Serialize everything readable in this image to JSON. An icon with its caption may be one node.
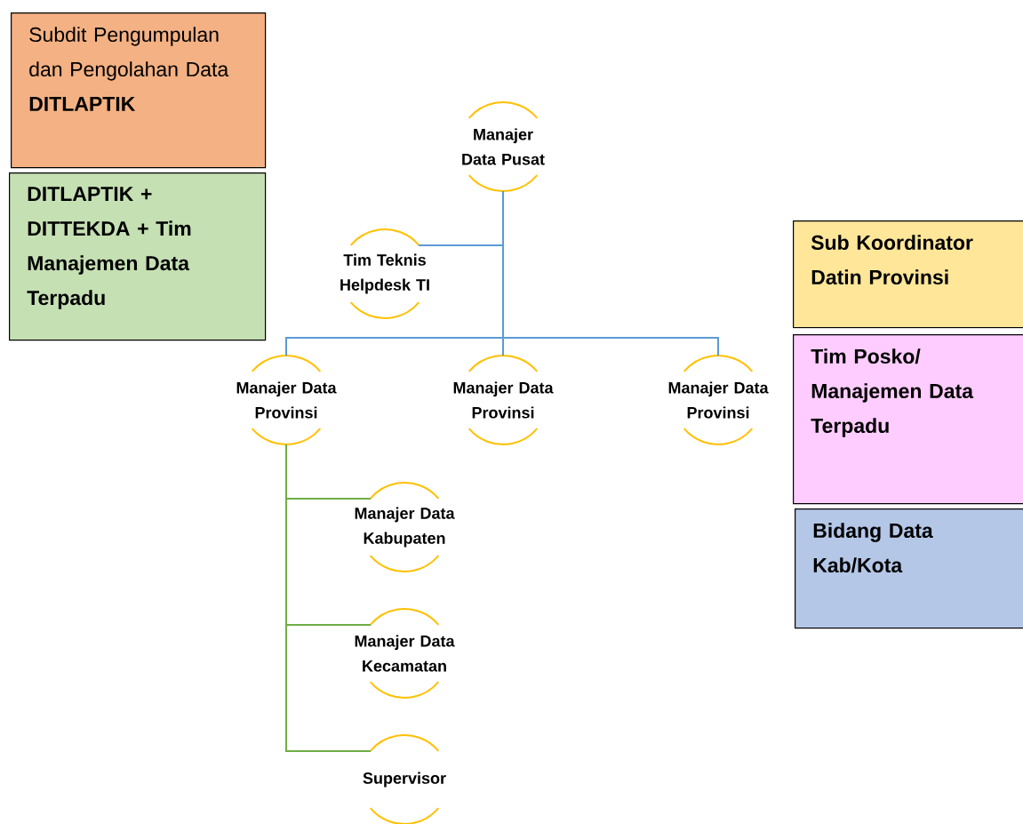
{
  "diagram": {
    "nodes": [
      {
        "text": [
          "Manajer Data Pusat"
        ]
      },
      {
        "text": [
          "Tim Teknis Helpdesk TI"
        ]
      },
      {
        "text": [
          "Manajer Data Provinsi"
        ]
      },
      {
        "text": [
          "Manajer Data Provinsi"
        ]
      },
      {
        "text": [
          "Manajer Data Provinsi"
        ]
      },
      {
        "text": [
          "Manajer Data Kabupaten"
        ]
      },
      {
        "text": [
          "Manajer Data Kecamatan"
        ]
      },
      {
        "text": [
          "Supervisor"
        ]
      }
    ],
    "edges": [
      {
        "from": 0,
        "to": 1,
        "arrow": "none"
      },
      {
        "from": 0,
        "to": 2,
        "arrow": "none"
      },
      {
        "from": 0,
        "to": 3,
        "arrow": "none"
      },
      {
        "from": 0,
        "to": 4,
        "arrow": "none"
      },
      {
        "from": 2,
        "to": 5,
        "arrow": "none",
        "color": "#70ad47"
      },
      {
        "from": 2,
        "to": 6,
        "arrow": "none",
        "color": "#70ad47"
      },
      {
        "from": 2,
        "to": 7,
        "arrow": "none",
        "color": "#70ad47"
      }
    ],
    "legend": [
      {
        "text": "Subdit Pengumpulan dan Pengolahan Data **DITLAPTIK**",
        "color": "#f4b183"
      },
      {
        "text": "DITLAPTIK + DITTEKDA + Tim Manajemen Data Terpadu",
        "color": "#c5e0b3"
      },
      {
        "text": "Sub Koordinator Datin Provinsi",
        "color": "#ffe699"
      },
      {
        "text": "Tim Posko/ Manajemen Data Terpadu",
        "color": "#ffccff"
      },
      {
        "text": "Bidang Data Kab/Kota",
        "color": "#b4c7e7"
      }
    ]
  }
}
